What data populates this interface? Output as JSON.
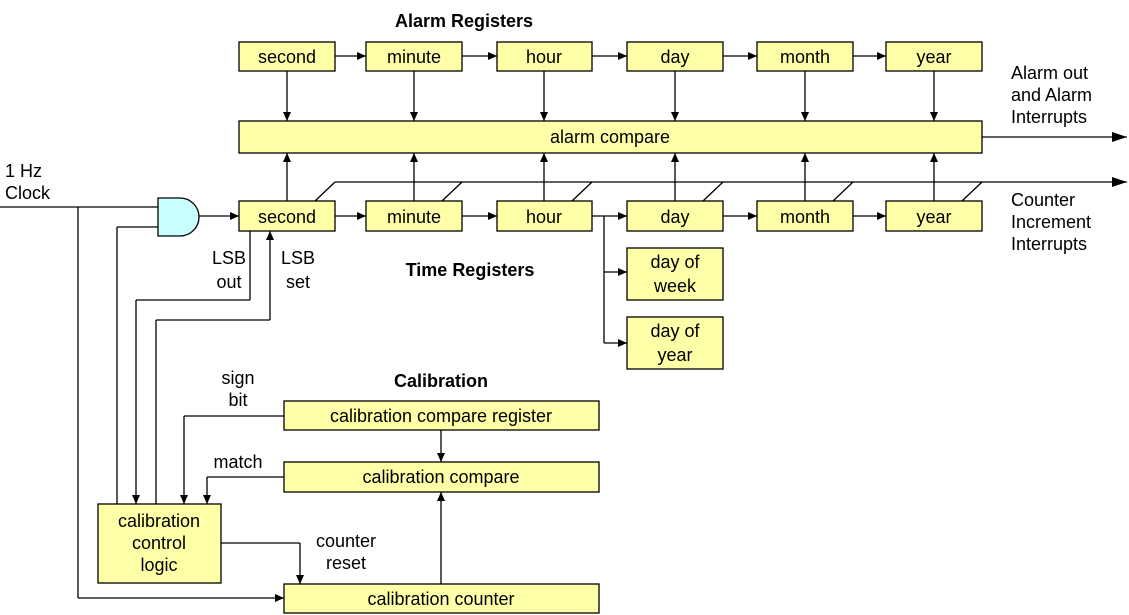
{
  "colors": {
    "box_fill": "#ffffa8",
    "gate_fill": "#c8ffff",
    "line": "#000000"
  },
  "alarm_section": {
    "title": "Alarm Registers",
    "registers": [
      "second",
      "minute",
      "hour",
      "day",
      "month",
      "year"
    ],
    "compare_label": "alarm compare",
    "output_label": [
      "Alarm out",
      "and Alarm",
      "Interrupts"
    ]
  },
  "time_section": {
    "title": "Time Registers",
    "registers": [
      "second",
      "minute",
      "hour",
      "day",
      "month",
      "year"
    ],
    "day_of_week": [
      "day of",
      "week"
    ],
    "day_of_year": [
      "day of",
      "year"
    ],
    "output_label": [
      "Counter",
      "Increment",
      "Interrupts"
    ]
  },
  "clock_input": [
    "1 Hz",
    "Clock"
  ],
  "lsb_out": [
    "LSB",
    "out"
  ],
  "lsb_set": [
    "LSB",
    "set"
  ],
  "calibration_section": {
    "title": "Calibration",
    "compare_register": "calibration compare register",
    "compare": "calibration compare",
    "counter": "calibration counter",
    "control_logic": [
      "calibration",
      "control",
      "logic"
    ],
    "sign_bit": [
      "sign",
      "bit"
    ],
    "match": "match",
    "counter_reset": [
      "counter",
      "reset"
    ]
  }
}
